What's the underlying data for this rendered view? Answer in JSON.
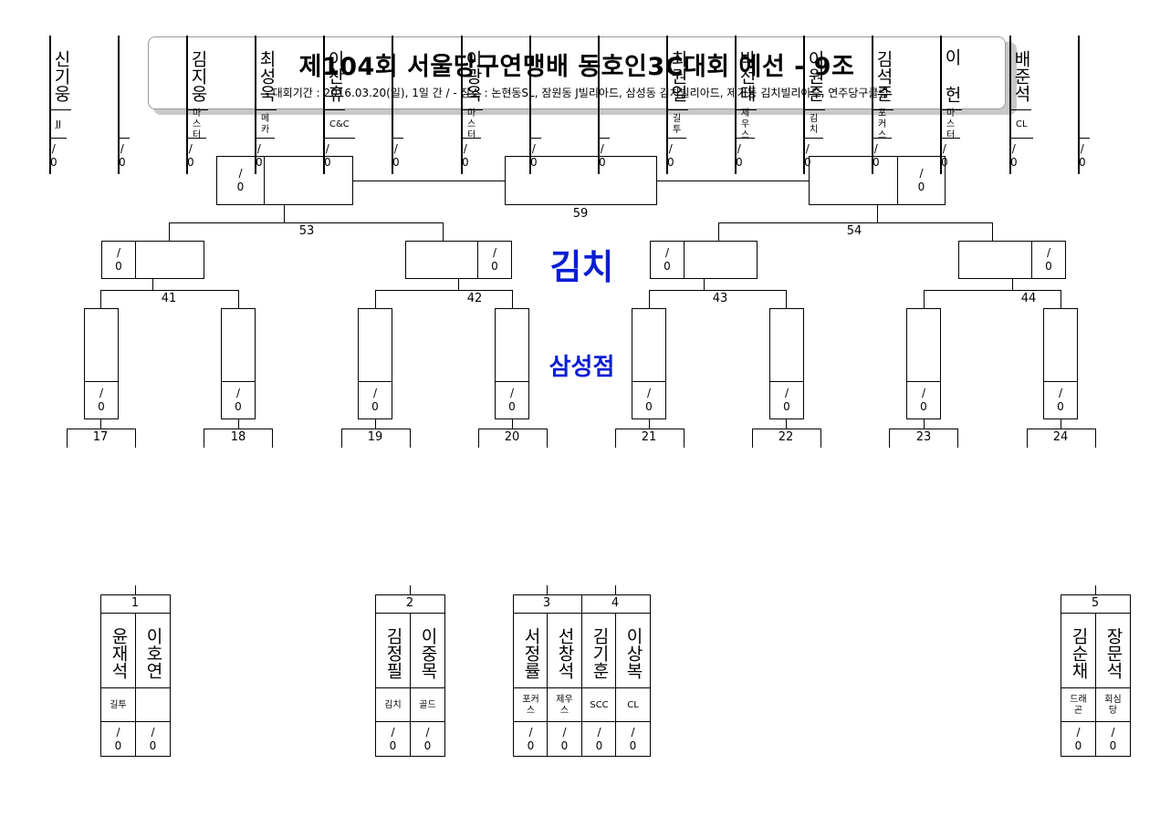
{
  "header": {
    "title": "제104회 서울당구연맹배 동호인3C대회 예선 - 9조",
    "subtitle": "- 대회기간 : 2016.03.20(일), 1일 간 / - 장소 : 논현동SL, 잠원동 J빌리아드, 삼성동 김치빌리아드, 제기동 김치빌리아드, 연주당구클럽"
  },
  "venue": {
    "line1": "김치",
    "line2": "삼성점"
  },
  "score_text": "/ 0",
  "matches": {
    "m59": "59",
    "m53": "53",
    "m54": "54",
    "m41": "41",
    "m42": "42",
    "m43": "43",
    "m44": "44",
    "m17": "17",
    "m18": "18",
    "m19": "19",
    "m20": "20",
    "m21": "21",
    "m22": "22",
    "m23": "23",
    "m24": "24",
    "m1": "1",
    "m2": "2",
    "m3": "3",
    "m4": "4",
    "m5": "5"
  },
  "players": {
    "p17a": {
      "name": "신기웅",
      "club": "JJ"
    },
    "p18a": {
      "name": "김지웅",
      "club": "마스터"
    },
    "p18b": {
      "name": "최성욱",
      "club": "메카"
    },
    "p19a": {
      "name": "이찬휴",
      "club": "C&C"
    },
    "p20a": {
      "name": "이광욱",
      "club": "마스터"
    },
    "p21b": {
      "name": "최권일",
      "club": "길투"
    },
    "p22a": {
      "name": "박선태",
      "club": "제우스"
    },
    "p22b": {
      "name": "이원준",
      "club": "김치"
    },
    "p23a": {
      "name": "김석준",
      "club": "포커스"
    },
    "p23b": {
      "name": "이 헌",
      "club": "마스터"
    },
    "p24a": {
      "name": "배준석",
      "club": "CL"
    },
    "q1a": {
      "name": "윤재석",
      "club": "길투"
    },
    "q1b": {
      "name": "이호연",
      "club": ""
    },
    "q2a": {
      "name": "김정필",
      "club": "김치"
    },
    "q2b": {
      "name": "이중목",
      "club": "골드"
    },
    "q3a": {
      "name": "서정률",
      "club": "포커스"
    },
    "q3b": {
      "name": "선창석",
      "club": "제우스"
    },
    "q4a": {
      "name": "김기훈",
      "club": "SCC"
    },
    "q4b": {
      "name": "이상복",
      "club": "CL"
    },
    "q5a": {
      "name": "김순채",
      "club": "드래곤"
    },
    "q5b": {
      "name": "장문석",
      "club": "회심당"
    }
  }
}
